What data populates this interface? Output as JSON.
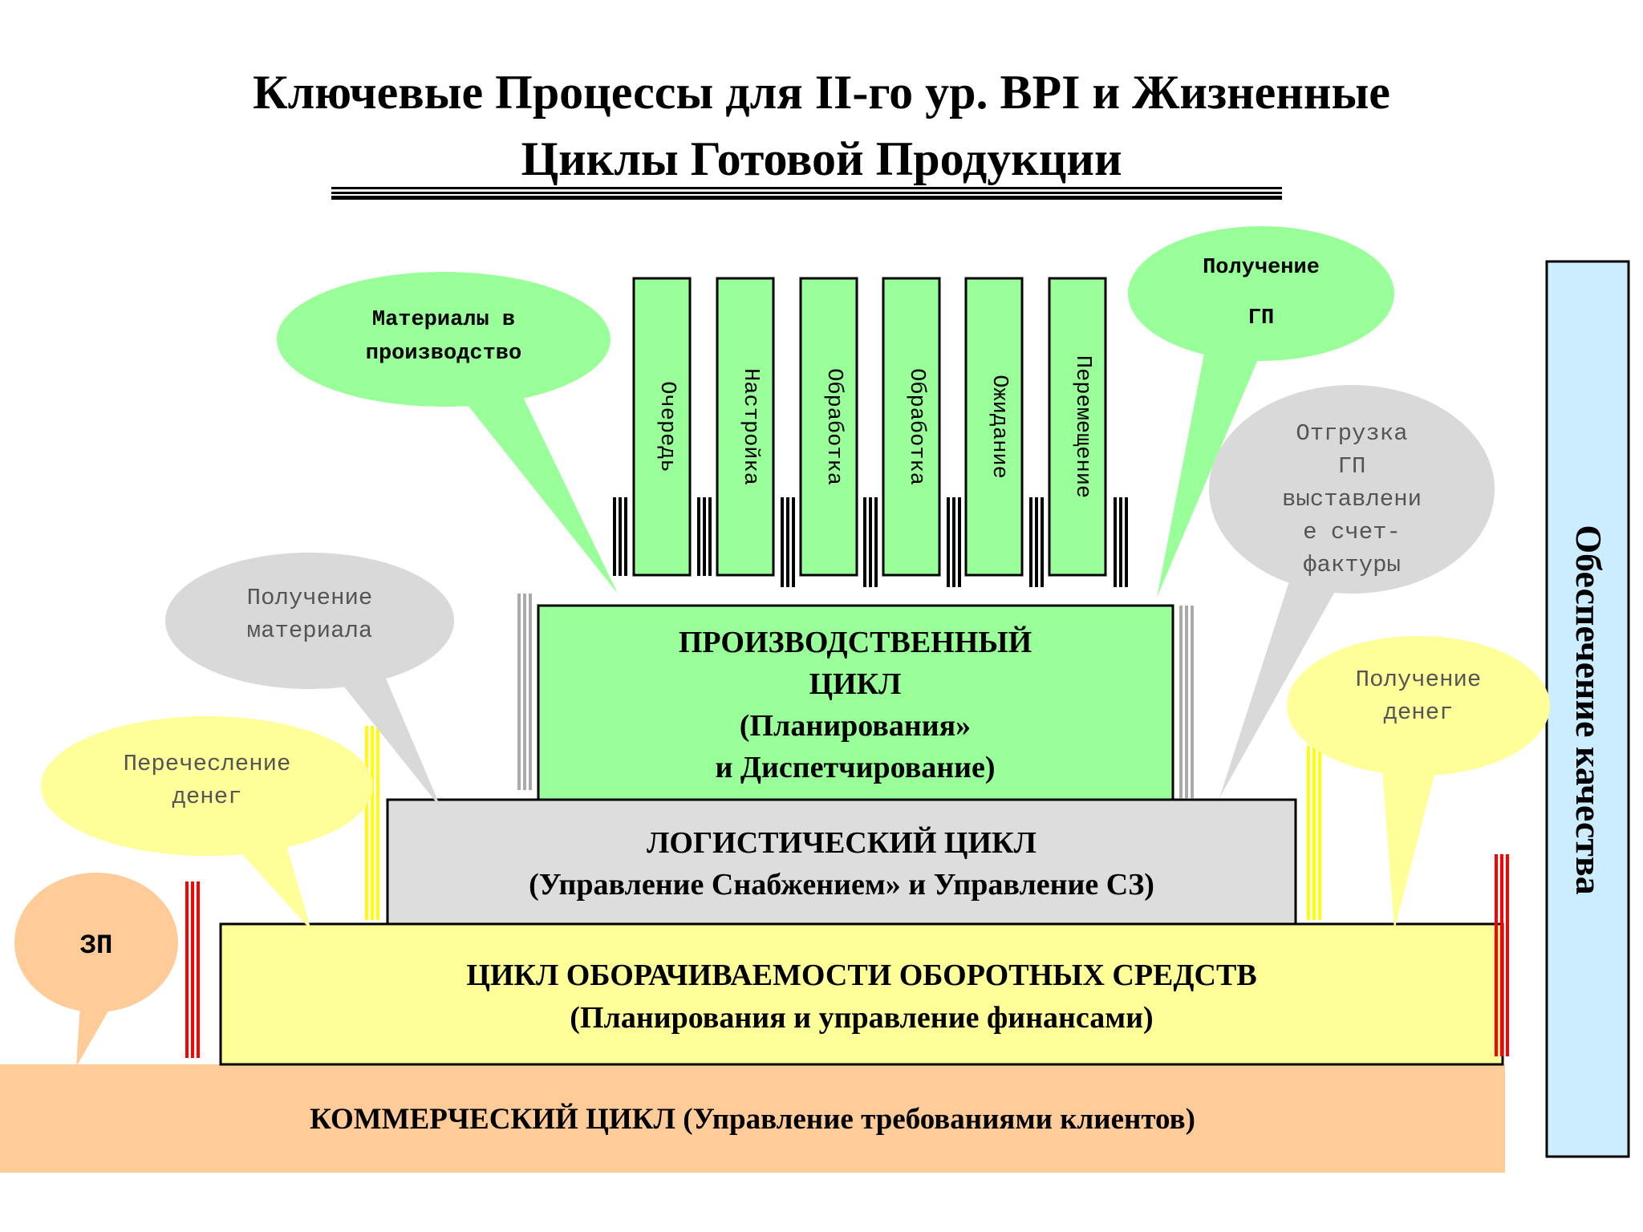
{
  "title": {
    "line1": "Ключевые Процессы для II-го ур. BPI  и Жизненные",
    "line2": "Циклы Готовой Продукции"
  },
  "steps": [
    "Очередь",
    "Настройка",
    "Обработка",
    "Обработка",
    "Ожидание",
    "Перемещение"
  ],
  "production_cycle": {
    "line1": "ПРОИЗВОДСТВЕННЫЙ",
    "line2": "ЦИКЛ",
    "line3": "(Планирования»",
    "line4": "и Диспетчирование)"
  },
  "logistic_cycle": {
    "line1": "ЛОГИСТИЧЕСКИЙ ЦИКЛ",
    "line2": "(Управление Снабжением» и Управление СЗ)"
  },
  "turnover_cycle": {
    "line1": "ЦИКЛ ОБОРАЧИВАЕМОСТИ ОБОРОТНЫХ СРЕДСТВ",
    "line2": "(Планирования  и управление финансами)"
  },
  "commercial_cycle": {
    "line1": "КОММЕРЧЕСКИЙ  ЦИКЛ (Управление требованиями клиентов)"
  },
  "quality": "Обеспечение качества",
  "callouts": {
    "materials_to_production": [
      "Материалы в",
      "производство"
    ],
    "receiving_fg": [
      "Получение",
      "ГП"
    ],
    "shipping_fg": [
      "Отгрузка",
      "ГП",
      "выставлени",
      "е счет-",
      "фактуры"
    ],
    "receiving_material": [
      "Получение",
      "материала"
    ],
    "receiving_money": [
      "Получение",
      "денег"
    ],
    "transfer_money": [
      "Перечесление",
      "денег"
    ],
    "salary": "ЗП"
  },
  "colors": {
    "green": "#99ff99",
    "gray": "#dddddd",
    "yellow": "#ffff99",
    "peach": "#ffcc99",
    "light_blue": "#ccecff",
    "bubble_green": "#99ff99",
    "bubble_gray": "#d9d9d9",
    "bubble_yellow": "#ffff99"
  }
}
